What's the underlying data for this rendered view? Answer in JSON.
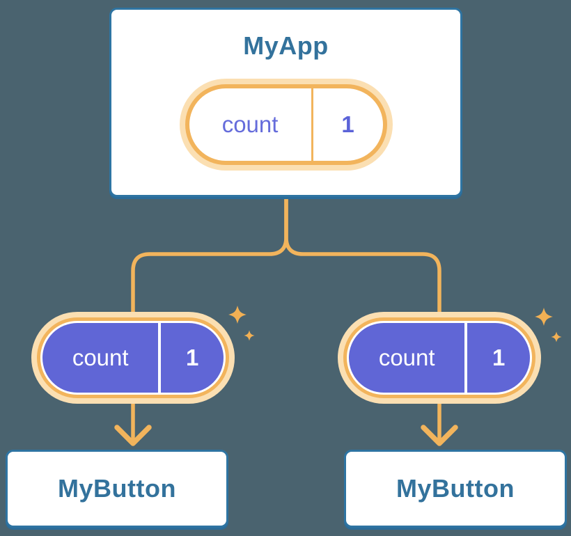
{
  "diagram": {
    "parent": {
      "title": "MyApp",
      "state": {
        "name": "count",
        "value": "1"
      }
    },
    "children": [
      {
        "title": "MyButton",
        "state": {
          "name": "count",
          "value": "1"
        }
      },
      {
        "title": "MyButton",
        "state": {
          "name": "count",
          "value": "1"
        }
      }
    ],
    "colors": {
      "background": "#4a636f",
      "card_background": "#ffffff",
      "card_border_blue": "#2e74a2",
      "heading_blue": "#33729c",
      "connector_orange": "#f2b45c",
      "pill_halo_orange": "#fbdfb2",
      "pill_purple": "#6066d6",
      "state_text_purple": "#656cdb",
      "sparkle_orange": "#f2b054"
    },
    "icons": [
      "sparkle-icon"
    ]
  }
}
